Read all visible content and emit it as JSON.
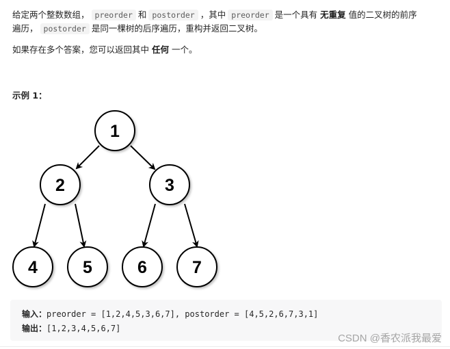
{
  "description": {
    "p1_part1": "给定两个整数数组，",
    "p1_code1": "preorder",
    "p1_part2": "和",
    "p1_code2": "postorder",
    "p1_part3": "，其中",
    "p1_code3": "preorder",
    "p1_part4": "是一个具有",
    "p1_bold": "无重复",
    "p1_part5": "值的二叉树的前序",
    "p2_part1": "遍历，",
    "p2_code1": "postorder",
    "p2_part2": "是同一棵树的后序遍历，重构并返回二叉树。",
    "p3_part1": "如果存在多个答案，您可以返回其中",
    "p3_bold": "任何",
    "p3_part2": "一个。"
  },
  "example": {
    "title": "示例 1：",
    "tree_nodes": [
      "1",
      "2",
      "3",
      "4",
      "5",
      "6",
      "7"
    ],
    "input_label": "输入：",
    "input_value": "preorder = [1,2,4,5,3,6,7], postorder = [4,5,2,6,7,3,1]",
    "output_label": "输出：",
    "output_value": "[1,2,3,4,5,6,7]"
  },
  "watermark": "CSDN @香农派我最爱"
}
